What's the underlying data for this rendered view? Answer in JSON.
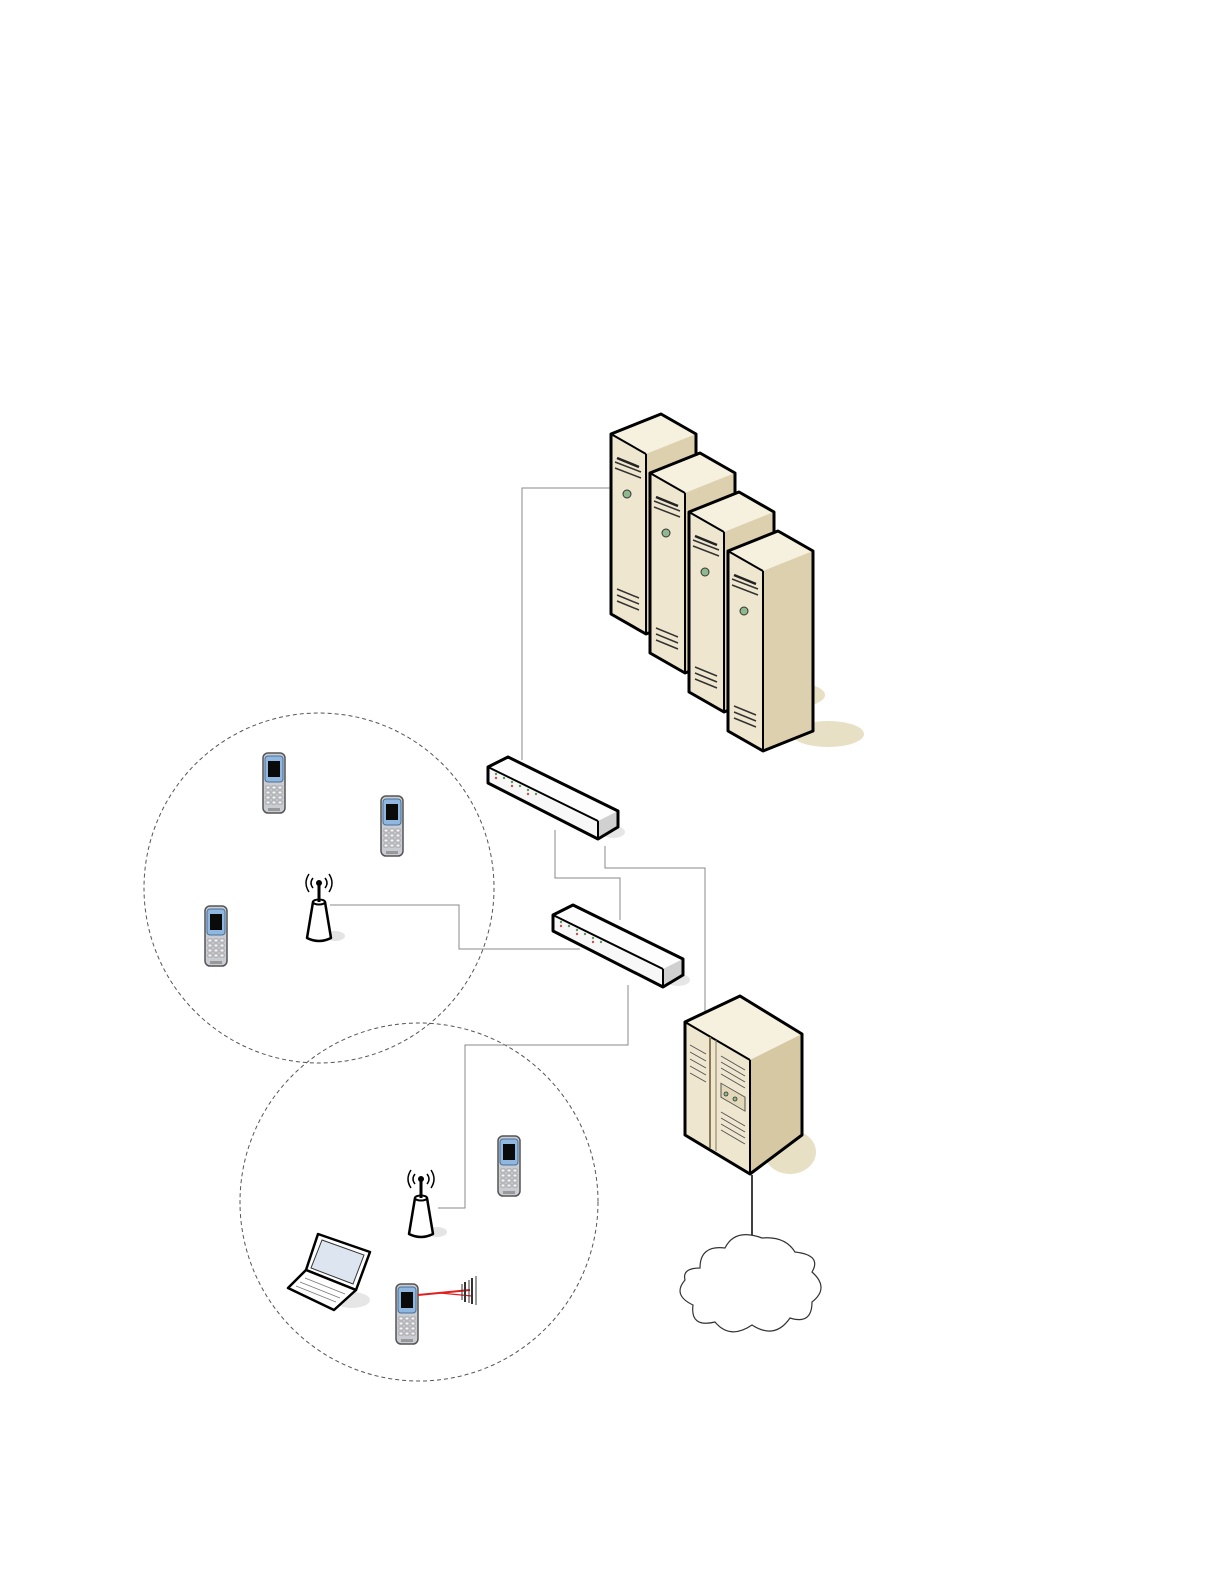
{
  "diagram": {
    "nodes": [
      {
        "id": "server-1",
        "icon": "tower-server-icon"
      },
      {
        "id": "server-2",
        "icon": "tower-server-icon"
      },
      {
        "id": "server-3",
        "icon": "tower-server-icon"
      },
      {
        "id": "server-4",
        "icon": "tower-server-icon"
      },
      {
        "id": "switch-1",
        "icon": "network-switch-icon"
      },
      {
        "id": "switch-2",
        "icon": "network-switch-icon"
      },
      {
        "id": "gateway-server",
        "icon": "large-server-icon"
      },
      {
        "id": "internet",
        "icon": "cloud-icon"
      },
      {
        "id": "access-point-1",
        "icon": "wireless-access-point-icon"
      },
      {
        "id": "access-point-2",
        "icon": "wireless-access-point-icon"
      },
      {
        "id": "handset-1",
        "icon": "wireless-handset-icon"
      },
      {
        "id": "handset-2",
        "icon": "wireless-handset-icon"
      },
      {
        "id": "handset-3",
        "icon": "wireless-handset-icon"
      },
      {
        "id": "handset-4",
        "icon": "wireless-handset-icon"
      },
      {
        "id": "handset-scanner",
        "icon": "handset-barcode-scanner-icon"
      },
      {
        "id": "laptop",
        "icon": "laptop-icon"
      },
      {
        "id": "barcode",
        "icon": "barcode-icon"
      }
    ],
    "coverage_zones": [
      {
        "id": "coverage-zone-1",
        "style": "dashed"
      },
      {
        "id": "coverage-zone-2",
        "style": "dashed"
      }
    ],
    "links": [
      {
        "from": "server-1",
        "to": "switch-1"
      },
      {
        "from": "switch-1",
        "to": "switch-2"
      },
      {
        "from": "switch-1",
        "to": "gateway-server"
      },
      {
        "from": "access-point-1",
        "to": "switch-2"
      },
      {
        "from": "switch-2",
        "to": "access-point-2"
      },
      {
        "from": "gateway-server",
        "to": "internet"
      }
    ],
    "colors": {
      "server_face": "#efe6cf",
      "server_side": "#d8c9a4",
      "server_shadow": "#e8e0c4",
      "outline": "#000000",
      "switch_face": "#f4f4f4",
      "handset_screen_frame": "#a8c8e8",
      "scanner_beam": "#e02020",
      "connector_line": "#888888"
    }
  }
}
